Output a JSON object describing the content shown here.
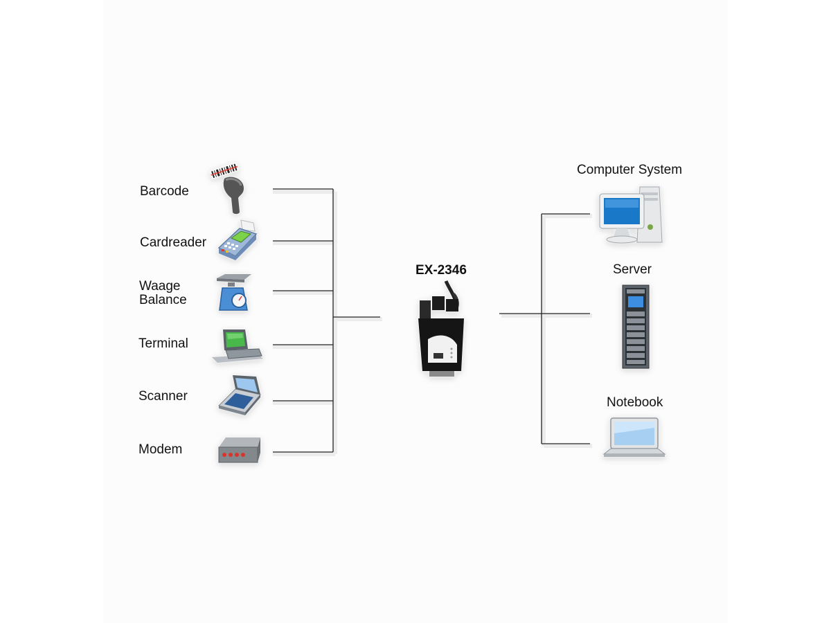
{
  "devices": [
    {
      "label": "Barcode",
      "icon": "barcode-scanner-icon"
    },
    {
      "label": "Cardreader",
      "icon": "card-reader-icon"
    },
    {
      "label": "Waage\nBalance",
      "icon": "scale-icon"
    },
    {
      "label": "Terminal",
      "icon": "terminal-icon"
    },
    {
      "label": "Scanner",
      "icon": "flatbed-scanner-icon"
    },
    {
      "label": "Modem",
      "icon": "modem-icon"
    }
  ],
  "adapter": {
    "label": "EX-2346",
    "icon": "serial-adapter-icon"
  },
  "hosts": [
    {
      "label": "Computer System",
      "icon": "desktop-computer-icon"
    },
    {
      "label": "Server",
      "icon": "server-rack-icon"
    },
    {
      "label": "Notebook",
      "icon": "notebook-icon"
    }
  ]
}
